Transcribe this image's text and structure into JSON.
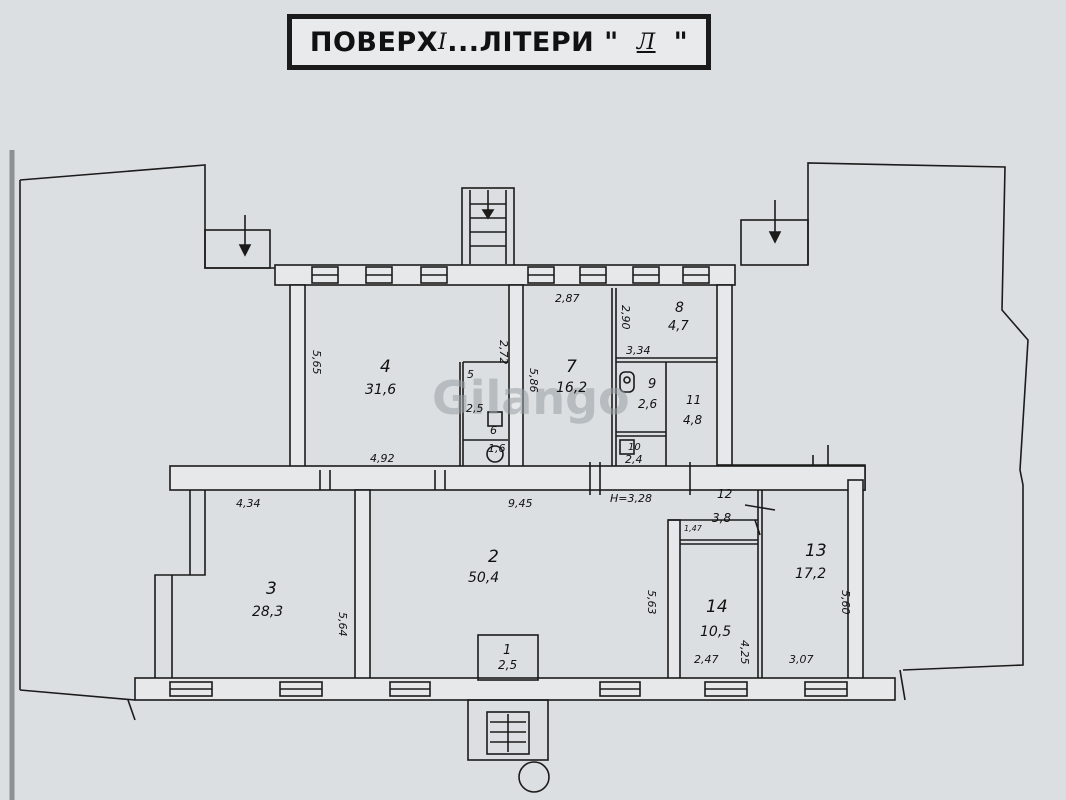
{
  "title": {
    "prefix": "ПОВЕРХ",
    "floor": "I",
    "middle": "ЛІТЕРИ \"",
    "letter": "Л",
    "suffix": "\""
  },
  "watermark": "Gilango",
  "rooms": [
    {
      "number": "1",
      "area": "2,5"
    },
    {
      "number": "2",
      "area": "50,4"
    },
    {
      "number": "3",
      "area": "28,3"
    },
    {
      "number": "4",
      "area": "31,6"
    },
    {
      "number": "5",
      "area": "2,5"
    },
    {
      "number": "6",
      "area": "1,6"
    },
    {
      "number": "7",
      "area": "16,2"
    },
    {
      "number": "8",
      "area": "4,7"
    },
    {
      "number": "9",
      "area": "2,6"
    },
    {
      "number": "10",
      "area": "2,4"
    },
    {
      "number": "11",
      "area": "4,8"
    },
    {
      "number": "12",
      "area": "3,8"
    },
    {
      "number": "13",
      "area": "17,2"
    },
    {
      "number": "14",
      "area": "10,5"
    }
  ],
  "dimensions": {
    "d_287": "2,87",
    "d_272": "2,72",
    "d_565": "5,65",
    "d_586": "5,86",
    "d_290": "2,90",
    "d_334": "3,34",
    "d_492": "4,92",
    "d_434": "4,34",
    "d_945": "9,45",
    "d_h": "H=3,28",
    "d_147": "1,47",
    "d_564": "5,64",
    "d_563": "5,63",
    "d_247": "2,47",
    "d_425": "4,25",
    "d_307": "3,07",
    "d_560": "5,60"
  },
  "colors": {
    "paper": "#dcdfe2",
    "ink": "#1b1b1b",
    "wall_fill": "#e6e8ea"
  }
}
